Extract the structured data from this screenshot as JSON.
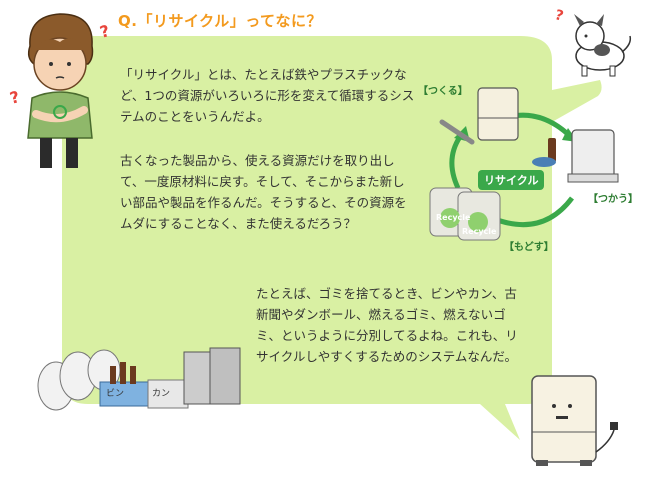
{
  "title": "Q.「リサイクル」ってなに？",
  "paragraphs": [
    "「リサイクル」とは、たとえば鉄やプラスチックなど、1つの資源がいろいろに形を変えて循環するシステムのことをいうんだよ。",
    "古くなった製品から、使える資源だけを取り出して、一度原材料に戻す。そして、そこからまた新しい部品や製品を作るんだ。そうすると、その資源をムダにすることなく、また使えるだろう？",
    "たとえば、ゴミを捨てるとき、ビンやカン、古新聞やダンボール、燃えるゴミ、燃えないゴミ、というように分別してるよね。これも、リサイクルしやすくするためのシステムなんだ。"
  ],
  "cycle": {
    "center_label": "リサイクル",
    "make_label": "【つくる】",
    "use_label": "【つかう】",
    "return_label": "【もどす】",
    "bag_label": "Recycle"
  },
  "bins": {
    "bottle_label": "ビン",
    "can_label": "カン"
  },
  "icons": {
    "question_mark": "?"
  },
  "colors": {
    "bubble_green": "#d9f0a3",
    "title_orange": "#f39a1e",
    "arrow_green": "#3aa84a",
    "question_red": "#e8453c"
  }
}
